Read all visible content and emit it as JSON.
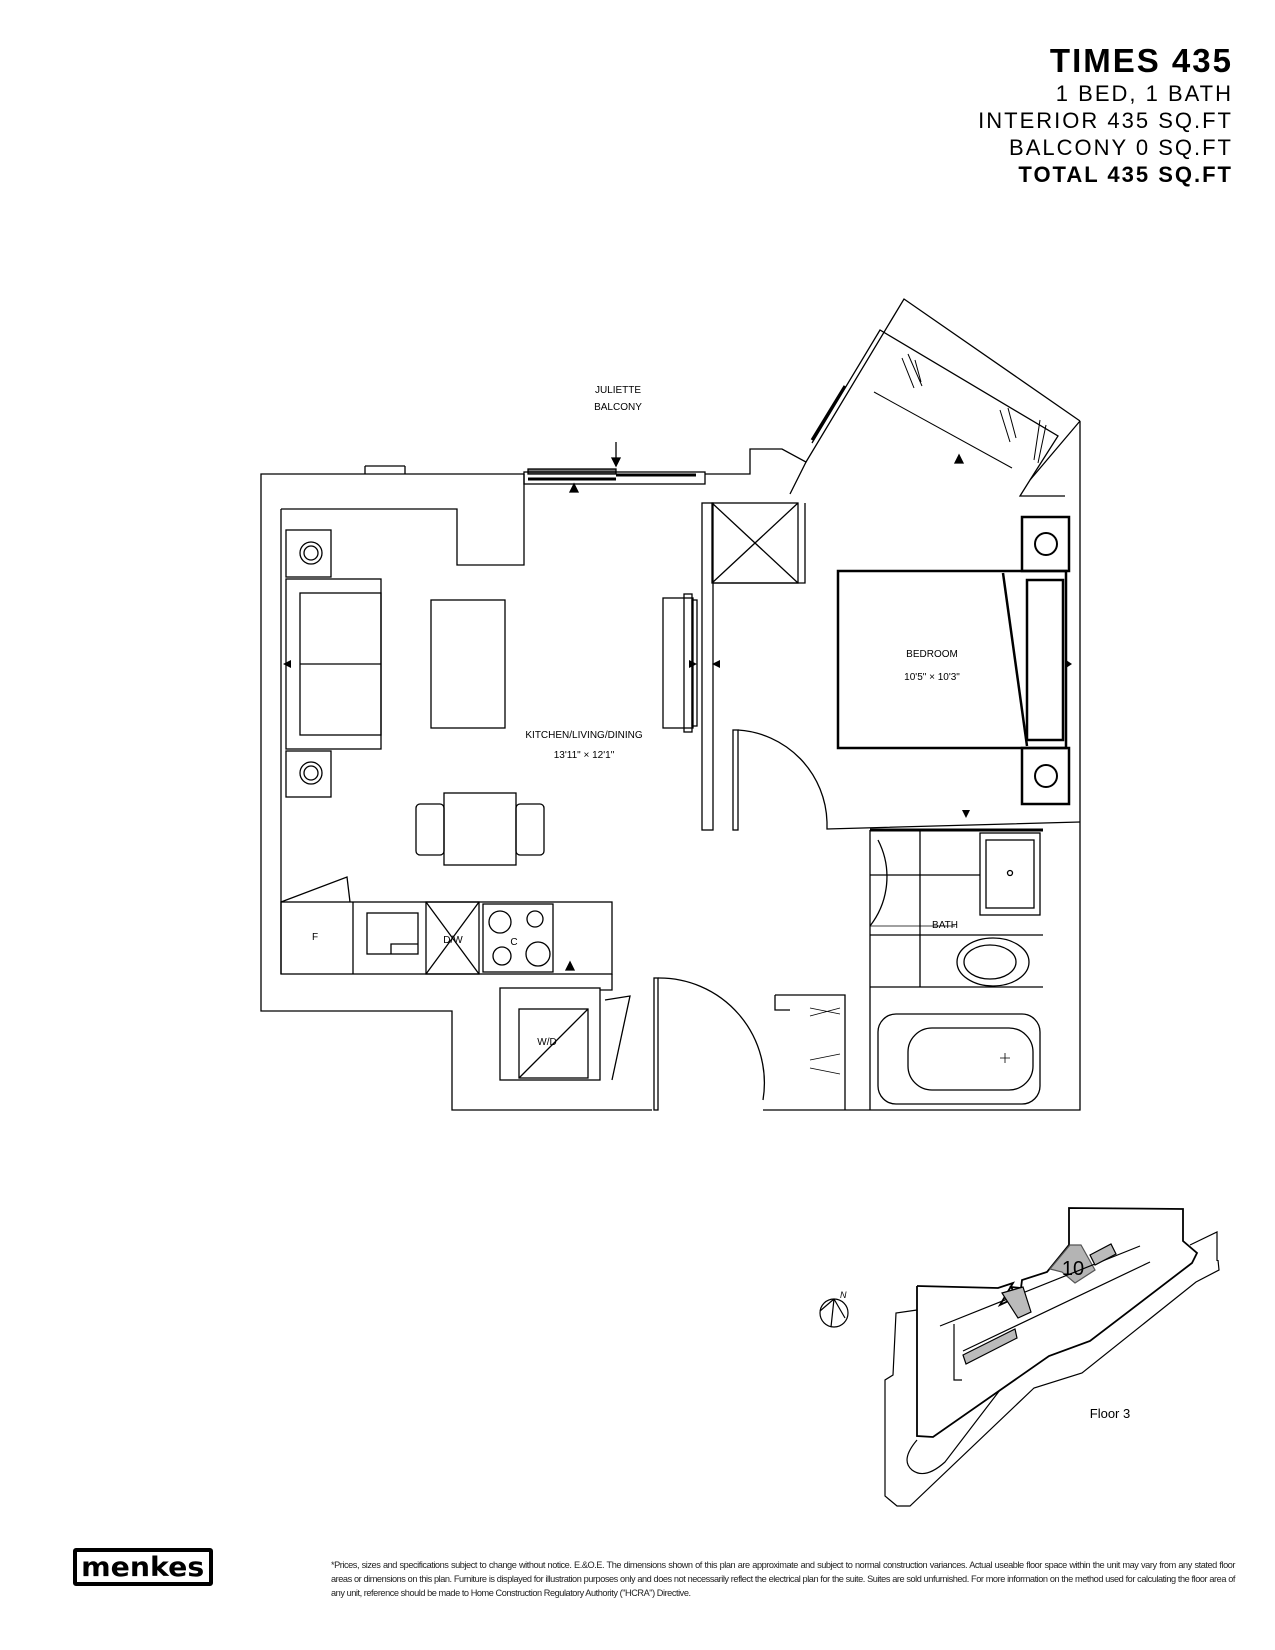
{
  "header": {
    "title": "TIMES 435",
    "beds_baths": "1 BED, 1 BATH",
    "interior": "INTERIOR 435 SQ.FT",
    "balcony": "BALCONY 0 SQ.FT",
    "total": "TOTAL 435 SQ.FT"
  },
  "plan": {
    "juliette_line1": "JULIETTE",
    "juliette_line2": "BALCONY",
    "kitchen_label": "KITCHEN/LIVING/DINING",
    "kitchen_dims": "13'11\" × 12'1\"",
    "bedroom_label": "BEDROOM",
    "bedroom_dims": "10'5\" × 10'3\"",
    "bath_label": "BATH",
    "fridge_label": "F",
    "dishwasher_label": "D/W",
    "cooktop_label": "C",
    "washer_dryer_label": "W/D"
  },
  "key_plan": {
    "unit_number": "10",
    "floor_label": "Floor 3",
    "compass_label": "N",
    "highlight_color": "#b4b4b4"
  },
  "footer": {
    "logo_text": "menkes",
    "disclaimer": "*Prices, sizes and specifications subject to change without notice. E.&O.E. The dimensions shown of this plan are approximate and subject to normal construction variances. Actual useable floor space within the unit may vary from any stated floor areas or dimensions on this plan. Furniture is displayed for illustration purposes only and does not necessarily reflect the electrical plan for the suite. Suites are sold unfurnished. For more information on the method used for calculating the floor area of any unit, reference should be made to Home Construction Regulatory Authority (\"HCRA\") Directive."
  }
}
